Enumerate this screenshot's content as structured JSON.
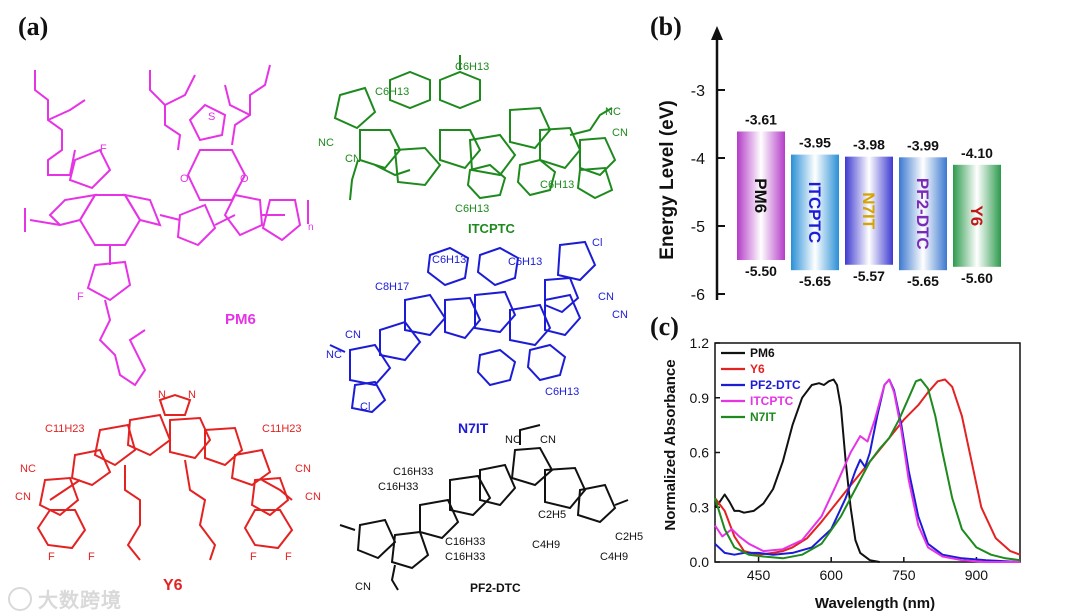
{
  "panels": {
    "a": "(a)",
    "b": "(b)",
    "c": "(c)"
  },
  "molecules": {
    "pm6": {
      "name": "PM6",
      "color": "#e633e6"
    },
    "itcptc": {
      "name": "ITCPTC",
      "color": "#1e8a1e"
    },
    "n7it": {
      "name": "N7IT",
      "color": "#1c1cd6"
    },
    "y6": {
      "name": "Y6",
      "color": "#e32222"
    },
    "pf2dtc": {
      "name": "PF2-DTC",
      "color": "#111111"
    }
  },
  "structure_labels": {
    "pm6_f_top": "F",
    "pm6_f_bottom": "F",
    "pm6_o1": "O",
    "pm6_o2": "O",
    "pm6_s": "S",
    "pm6_n": "n",
    "itcptc_c6h13_1": "C6H13",
    "itcptc_c6h13_2": "C6H13",
    "itcptc_c6h13_3": "C6H13",
    "itcptc_c6h13_4": "C6H13",
    "itcptc_nc1": "NC",
    "itcptc_cn1": "CN",
    "itcptc_nc2": "NC",
    "itcptc_cn2": "CN",
    "n7it_c6h13_1": "C6H13",
    "n7it_c6h13_2": "C6H13",
    "n7it_c6h13_3": "C6H13",
    "n7it_c8h17": "C8H17",
    "n7it_cl1": "Cl",
    "n7it_cl2": "Cl",
    "n7it_cn1": "CN",
    "n7it_nc1": "NC",
    "n7it_cn2": "CN",
    "n7it_cn3": "CN",
    "y6_c11h23_1": "C11H23",
    "y6_c11h23_2": "C11H23",
    "y6_nc": "NC",
    "y6_cn1": "CN",
    "y6_cn2": "CN",
    "y6_cn3": "CN",
    "y6_f1": "F",
    "y6_f2": "F",
    "y6_f3": "F",
    "y6_f4": "F",
    "y6_n1": "N",
    "y6_n2": "N",
    "pf2_c16h33_1": "C16H33",
    "pf2_c16h33_2": "C16H33",
    "pf2_c16h33_3": "C16H33",
    "pf2_c16h33_4": "C16H33",
    "pf2_c2h5_1": "C2H5",
    "pf2_c2h5_2": "C2H5",
    "pf2_c4h9_1": "C4H9",
    "pf2_c4h9_2": "C4H9",
    "pf2_nc": "NC",
    "pf2_cn1": "CN",
    "pf2_cn2": "CN"
  },
  "energy_diagram": {
    "ylabel": "Energy Level (eV)",
    "ticks": [
      "-3",
      "-4",
      "-5",
      "-6"
    ],
    "materials": [
      {
        "name": "PM6",
        "lumo": "-3.61",
        "homo": "-5.50",
        "color": "#b43cc8"
      },
      {
        "name": "ITCPTC",
        "lumo": "-3.95",
        "homo": "-5.65",
        "color": "#2a8fd6"
      },
      {
        "name": "N7IT",
        "lumo": "-3.98",
        "homo": "-5.57",
        "color": "#3e3ad0"
      },
      {
        "name": "PF2-DTC",
        "lumo": "-3.99",
        "homo": "-5.65",
        "color": "#3b78d0"
      },
      {
        "name": "Y6",
        "lumo": "-4.10",
        "homo": "-5.60",
        "color": "#2c9a4c"
      }
    ],
    "label_colors": [
      "#111111",
      "#1c1cd6",
      "#d6a300",
      "#7b2ab8",
      "#c01818"
    ]
  },
  "chart_data": {
    "type": "line",
    "title": "",
    "xlabel": "Wavelength (nm)",
    "ylabel": "Normalized Absorbance",
    "xlim": [
      360,
      990
    ],
    "ylim": [
      0,
      1.2
    ],
    "xticks": [
      450,
      600,
      750,
      900
    ],
    "yticks": [
      0.0,
      0.3,
      0.6,
      0.9,
      1.2
    ],
    "legend_position": "top-left",
    "series": [
      {
        "name": "PM6",
        "color": "#111111",
        "x": [
          360,
          370,
          380,
          390,
          400,
          410,
          420,
          440,
          460,
          480,
          500,
          520,
          540,
          560,
          575,
          585,
          595,
          605,
          612,
          620,
          630,
          640,
          650,
          660,
          680,
          700
        ],
        "y": [
          0.3,
          0.33,
          0.37,
          0.33,
          0.28,
          0.28,
          0.27,
          0.28,
          0.32,
          0.4,
          0.55,
          0.75,
          0.9,
          0.97,
          0.98,
          0.97,
          0.99,
          1.0,
          0.97,
          0.85,
          0.55,
          0.3,
          0.12,
          0.05,
          0.01,
          0.0
        ]
      },
      {
        "name": "Y6",
        "color": "#e32222",
        "x": [
          360,
          380,
          400,
          420,
          450,
          480,
          500,
          520,
          550,
          580,
          610,
          640,
          680,
          720,
          750,
          780,
          800,
          820,
          835,
          850,
          870,
          890,
          910,
          940,
          970,
          990
        ],
        "y": [
          0.35,
          0.28,
          0.14,
          0.06,
          0.04,
          0.05,
          0.06,
          0.08,
          0.13,
          0.22,
          0.32,
          0.42,
          0.55,
          0.68,
          0.78,
          0.86,
          0.93,
          0.99,
          1.0,
          0.96,
          0.8,
          0.55,
          0.3,
          0.13,
          0.06,
          0.04
        ]
      },
      {
        "name": "PF2-DTC",
        "color": "#1c1cd6",
        "x": [
          360,
          380,
          400,
          420,
          450,
          480,
          520,
          560,
          600,
          630,
          650,
          660,
          670,
          680,
          695,
          710,
          720,
          730,
          745,
          760,
          780,
          800,
          830,
          870,
          920,
          990
        ],
        "y": [
          0.1,
          0.05,
          0.04,
          0.05,
          0.05,
          0.04,
          0.05,
          0.08,
          0.18,
          0.35,
          0.5,
          0.56,
          0.52,
          0.6,
          0.8,
          0.97,
          1.0,
          0.94,
          0.75,
          0.5,
          0.25,
          0.1,
          0.04,
          0.02,
          0.01,
          0.0
        ]
      },
      {
        "name": "ITCPTC",
        "color": "#e633e6",
        "x": [
          360,
          375,
          385,
          395,
          410,
          430,
          460,
          500,
          540,
          580,
          610,
          640,
          660,
          675,
          690,
          710,
          720,
          730,
          745,
          760,
          780,
          800,
          830,
          870,
          920,
          990
        ],
        "y": [
          0.2,
          0.14,
          0.16,
          0.18,
          0.14,
          0.1,
          0.06,
          0.07,
          0.12,
          0.25,
          0.42,
          0.6,
          0.69,
          0.66,
          0.78,
          0.97,
          1.0,
          0.93,
          0.72,
          0.45,
          0.2,
          0.08,
          0.03,
          0.01,
          0.0,
          0.0
        ]
      },
      {
        "name": "N7IT",
        "color": "#1e8a1e",
        "x": [
          360,
          380,
          400,
          430,
          460,
          500,
          540,
          580,
          620,
          650,
          680,
          700,
          720,
          740,
          760,
          775,
          785,
          800,
          815,
          830,
          850,
          870,
          900,
          930,
          960,
          990
        ],
        "y": [
          0.35,
          0.18,
          0.08,
          0.04,
          0.03,
          0.02,
          0.04,
          0.1,
          0.25,
          0.4,
          0.55,
          0.62,
          0.68,
          0.78,
          0.9,
          0.99,
          1.0,
          0.95,
          0.8,
          0.6,
          0.35,
          0.18,
          0.08,
          0.04,
          0.02,
          0.01
        ]
      }
    ]
  },
  "watermark": {
    "text": "大数跨境"
  }
}
